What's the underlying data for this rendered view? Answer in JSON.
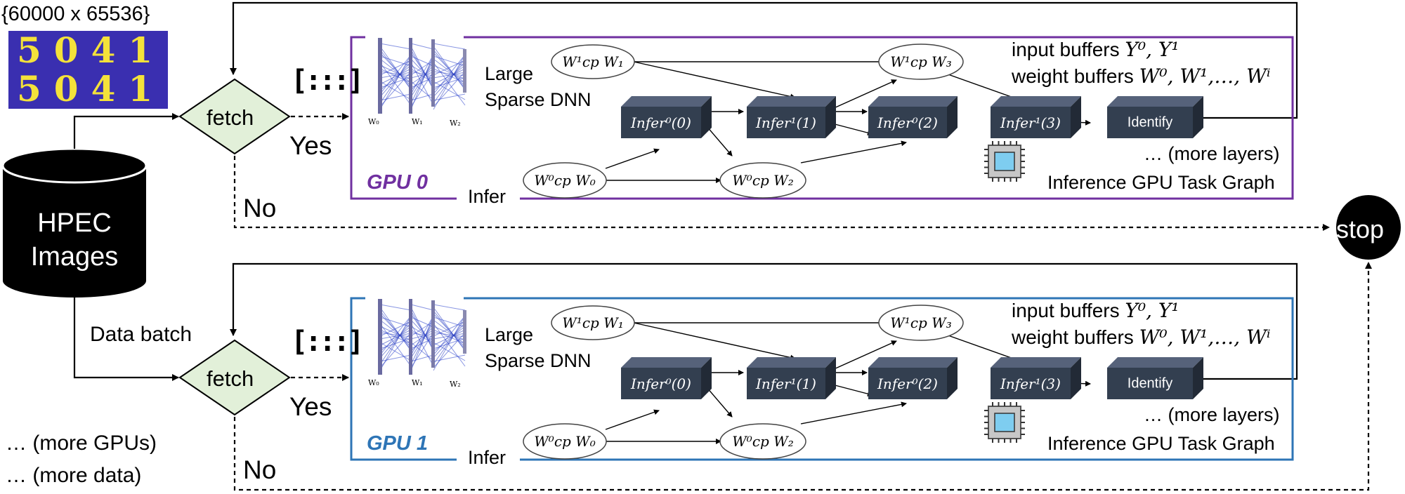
{
  "dataset": {
    "dims": "{60000 x 65536}",
    "digits_row1": "5041",
    "digits_row2": "5041"
  },
  "db": {
    "line1": "HPEC",
    "line2": "Images"
  },
  "data_batch": "Data batch",
  "more_gpus": "… (more GPUs)",
  "more_data": "… (more data)",
  "stop": "stop",
  "colors": {
    "gpu0": "#7030a0",
    "gpu1": "#2e75b6",
    "fetch_fill": "#e2f0d9",
    "task_fill": "#333f50"
  },
  "icons": [
    "database-icon",
    "gpu-chip-icon",
    "neural-network-icon",
    "batch-matrix-icon"
  ],
  "lanes": [
    {
      "gpu_label": "GPU 0",
      "fetch": "fetch",
      "yes": "Yes",
      "no": "No",
      "bracket": "[:::]",
      "dnn_line1": "Large",
      "dnn_line2": "Sparse DNN",
      "net_labels": [
        "W₀",
        "W₁",
        "W₂"
      ],
      "infer": "Infer",
      "input_buffers_text": "input buffers ",
      "input_buffers_math": "Y⁰, Y¹",
      "weight_buffers_text": "weight buffers ",
      "weight_buffers_math": "W⁰, W¹,…, Wⁱ",
      "more_layers": "… (more layers)",
      "graph_title": "Inference GPU Task Graph",
      "copy_nodes": [
        "W¹cp W₁",
        "W¹cp W₃",
        "W⁰cp W₀",
        "W⁰cp W₂"
      ],
      "infer_nodes": [
        "Infer⁰(0)",
        "Infer¹(1)",
        "Infer⁰(2)",
        "Infer¹(3)"
      ],
      "identify": "Identify"
    },
    {
      "gpu_label": "GPU 1",
      "fetch": "fetch",
      "yes": "Yes",
      "no": "No",
      "bracket": "[:::]",
      "dnn_line1": "Large",
      "dnn_line2": "Sparse DNN",
      "net_labels": [
        "W₀",
        "W₁",
        "W₂"
      ],
      "infer": "Infer",
      "input_buffers_text": "input buffers ",
      "input_buffers_math": "Y⁰, Y¹",
      "weight_buffers_text": "weight buffers ",
      "weight_buffers_math": "W⁰, W¹,…, Wⁱ",
      "more_layers": "… (more layers)",
      "graph_title": "Inference GPU Task Graph",
      "copy_nodes": [
        "W¹cp W₁",
        "W¹cp W₃",
        "W⁰cp W₀",
        "W⁰cp W₂"
      ],
      "infer_nodes": [
        "Infer⁰(0)",
        "Infer¹(1)",
        "Infer⁰(2)",
        "Infer¹(3)"
      ],
      "identify": "Identify"
    }
  ]
}
